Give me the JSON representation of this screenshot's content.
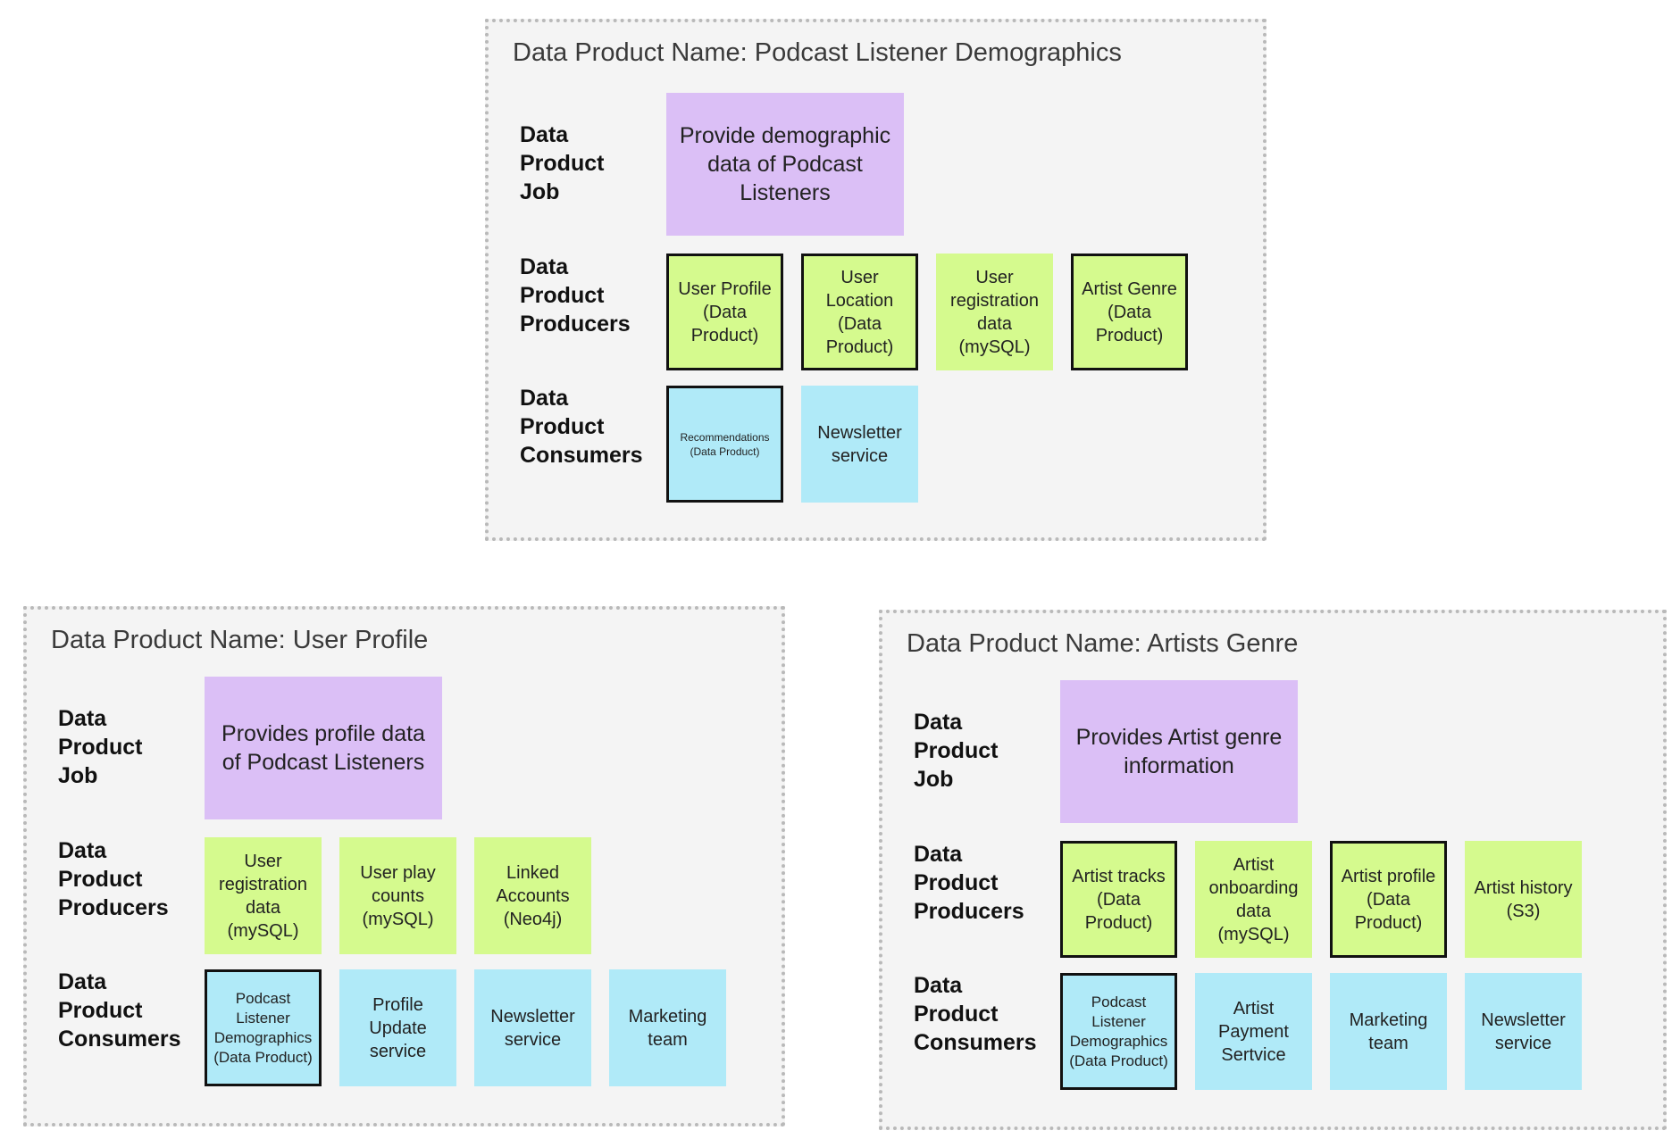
{
  "colors": {
    "job": "#dbbff6",
    "producer": "#d5fa8e",
    "consumer": "#b0eaf8",
    "panel_bg": "#f4f4f4",
    "panel_border": "#b9b9b9"
  },
  "labels": {
    "job": "Data\nProduct\nJob",
    "producers": "Data\nProduct\nProducers",
    "consumers": "Data\nProduct\nConsumers"
  },
  "panels": [
    {
      "title": "Data Product Name: Podcast Listener Demographics",
      "job": "Provide demographic data of Podcast Listeners",
      "producers": [
        {
          "text": "User Profile (Data Product)",
          "is_data_product": true
        },
        {
          "text": "User Location (Data Product)",
          "is_data_product": true
        },
        {
          "text": "User registration data (mySQL)",
          "is_data_product": false
        },
        {
          "text": "Artist Genre (Data Product)",
          "is_data_product": true
        }
      ],
      "consumers": [
        {
          "text": "Recommendations (Data Product)",
          "is_data_product": true
        },
        {
          "text": "Newsletter service",
          "is_data_product": false
        }
      ]
    },
    {
      "title": "Data Product Name: User Profile",
      "job": "Provides profile data of Podcast Listeners",
      "producers": [
        {
          "text": "User registration data (mySQL)",
          "is_data_product": false
        },
        {
          "text": "User play counts (mySQL)",
          "is_data_product": false
        },
        {
          "text": "Linked Accounts (Neo4j)",
          "is_data_product": false
        }
      ],
      "consumers": [
        {
          "text": "Podcast Listener Demographics (Data Product)",
          "is_data_product": true
        },
        {
          "text": "Profile Update service",
          "is_data_product": false
        },
        {
          "text": "Newsletter service",
          "is_data_product": false
        },
        {
          "text": "Marketing team",
          "is_data_product": false
        }
      ]
    },
    {
      "title": "Data Product Name: Artists Genre",
      "job": "Provides Artist genre information",
      "producers": [
        {
          "text": "Artist tracks (Data Product)",
          "is_data_product": true
        },
        {
          "text": "Artist onboarding data (mySQL)",
          "is_data_product": false
        },
        {
          "text": "Artist profile (Data Product)",
          "is_data_product": true
        },
        {
          "text": "Artist history (S3)",
          "is_data_product": false
        }
      ],
      "consumers": [
        {
          "text": "Podcast Listener Demographics (Data Product)",
          "is_data_product": true
        },
        {
          "text": "Artist Payment Sertvice",
          "is_data_product": false
        },
        {
          "text": "Marketing team",
          "is_data_product": false
        },
        {
          "text": "Newsletter service",
          "is_data_product": false
        }
      ]
    }
  ]
}
